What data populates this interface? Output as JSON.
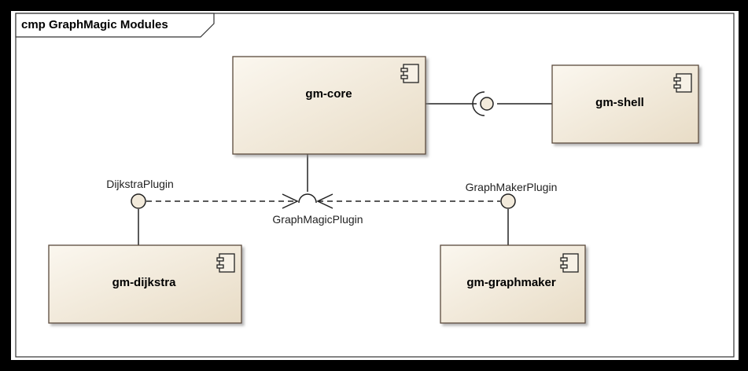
{
  "frame": {
    "title": "cmp GraphMagic Modules"
  },
  "components": {
    "core": "gm-core",
    "shell": "gm-shell",
    "dijkstra": "gm-dijkstra",
    "graphmaker": "gm-graphmaker"
  },
  "interfaces": {
    "dijkstra_plugin": "DijkstraPlugin",
    "graphmaker_plugin": "GraphMakerPlugin",
    "graphmagic_plugin": "GraphMagicPlugin"
  },
  "colors": {
    "background": "#000000",
    "canvas": "#ffffff",
    "component_fill": "#f2eadb",
    "component_border": "#5a4a3a",
    "line": "#222222"
  }
}
